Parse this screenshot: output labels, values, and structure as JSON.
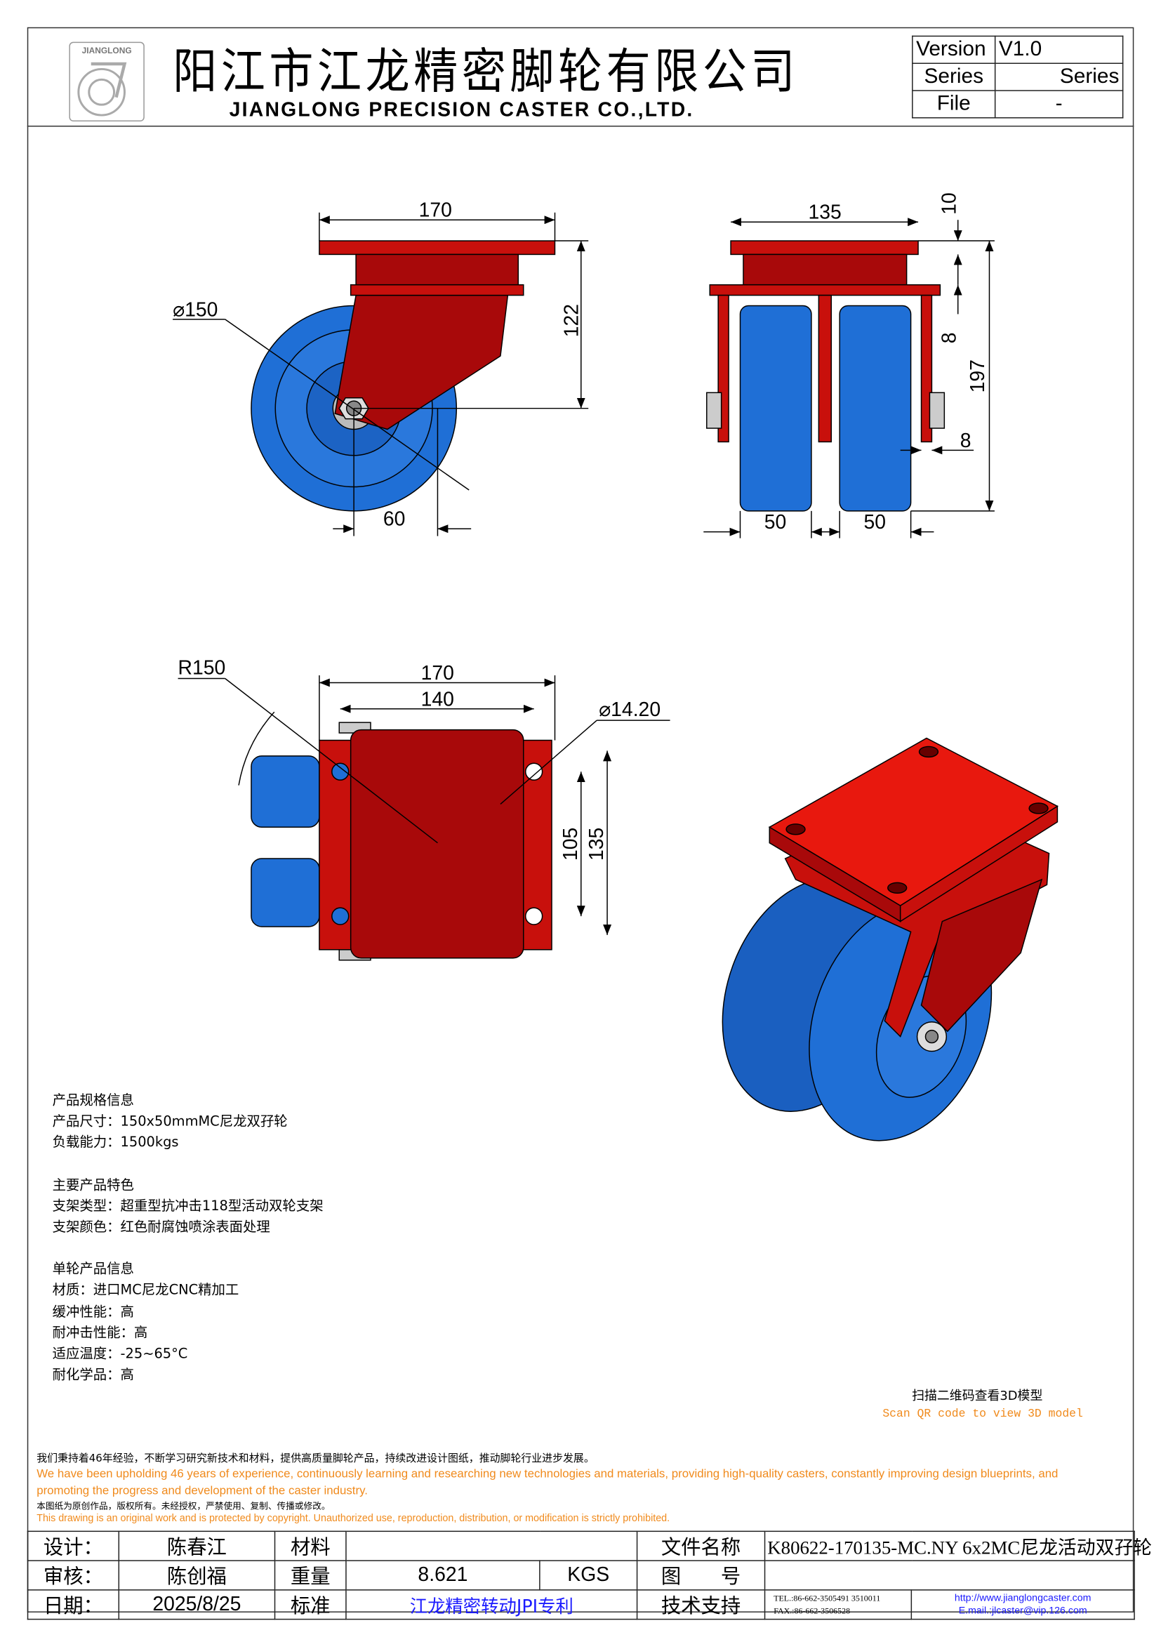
{
  "header": {
    "company_cn": "阳江市江龙精密脚轮有限公司",
    "company_en": "JIANGLONG PRECISION CASTER CO.,LTD.",
    "logo_text": "JIANGLONG",
    "version_label": "Version",
    "version_value": "V1.0",
    "series_label": "Series",
    "series_value": "Series",
    "file_label": "File",
    "file_value": "-"
  },
  "dimensions": {
    "side": {
      "width": "170",
      "height": "122",
      "offset": "60",
      "diameter": "⌀150"
    },
    "front": {
      "width": "135",
      "top": "10",
      "gap": "8",
      "height": "197",
      "axle": "8",
      "wheel1": "50",
      "wheel2": "50"
    },
    "top": {
      "radius": "R150",
      "plate": "170",
      "holes_x": "140",
      "hole_d": "⌀14.20",
      "holes_y": "105",
      "plate_y": "135"
    }
  },
  "colors": {
    "frame_red": "#e8180e",
    "wheel_blue": "#1f6fd6",
    "accent_orange": "#f08a1c",
    "link_blue": "#1a1aff"
  },
  "specs": {
    "sec1_title": "产品规格信息",
    "size": "产品尺寸：150x50mmMC尼龙双孖轮",
    "load": "负载能力：1500kgs",
    "sec2_title": "主要产品特色",
    "bracket_type": "支架类型：超重型抗冲击118型活动双轮支架",
    "bracket_color": "支架颜色：红色耐腐蚀喷涂表面处理",
    "sec3_title": "单轮产品信息",
    "material": "材质：进口MC尼龙CNC精加工",
    "cushion": "缓冲性能：高",
    "impact": "耐冲击性能：高",
    "temp": "适应温度：-25~65°C",
    "chemical": "耐化学品：高"
  },
  "qr": {
    "cn": "扫描二维码查看3D模型",
    "en": "Scan QR code to view 3D model"
  },
  "footer": {
    "mission_cn": "我们秉持着46年经验，不断学习研究新技术和材料，提供高质量脚轮产品，持续改进设计图纸，推动脚轮行业进步发展。",
    "mission_en": "We have been upholding 46 years of experience, continuously learning and researching new technologies and materials, providing high-quality casters, constantly improving design blueprints, and promoting the progress and development of the caster industry.",
    "copyright_cn": "本图纸为原创作品，版权所有。未经授权，严禁使用、复制、传播或修改。",
    "copyright_en": "This drawing is an original work and is protected by copyright. Unauthorized use, reproduction, distribution, or modification is strictly prohibited."
  },
  "titleblock": {
    "design_label": "设计：",
    "design_value": "陈春江",
    "material_label": "材料",
    "material_value": "",
    "filename_label": "文件名称",
    "filename_value": "K80622-170135-MC.NY 6x2MC尼龙活动双孖轮",
    "review_label": "审核：",
    "review_value": "陈创福",
    "weight_label": "重量",
    "weight_value": "8.621",
    "weight_unit": "KGS",
    "drawing_no_label": "图　　号",
    "drawing_no_value": "",
    "date_label": "日期：",
    "date_value": "2025/8/25",
    "standard_label": "标准",
    "standard_value": "江龙精密转动JPI专利",
    "support_label": "技术支持",
    "tel": "TEL.:86-662-3505491 3510011",
    "fax": "FAX.:86-662-3506528",
    "website": "http://www.jianglongcaster.com",
    "email": "E.mail.:jlcaster@vip.126.com"
  }
}
